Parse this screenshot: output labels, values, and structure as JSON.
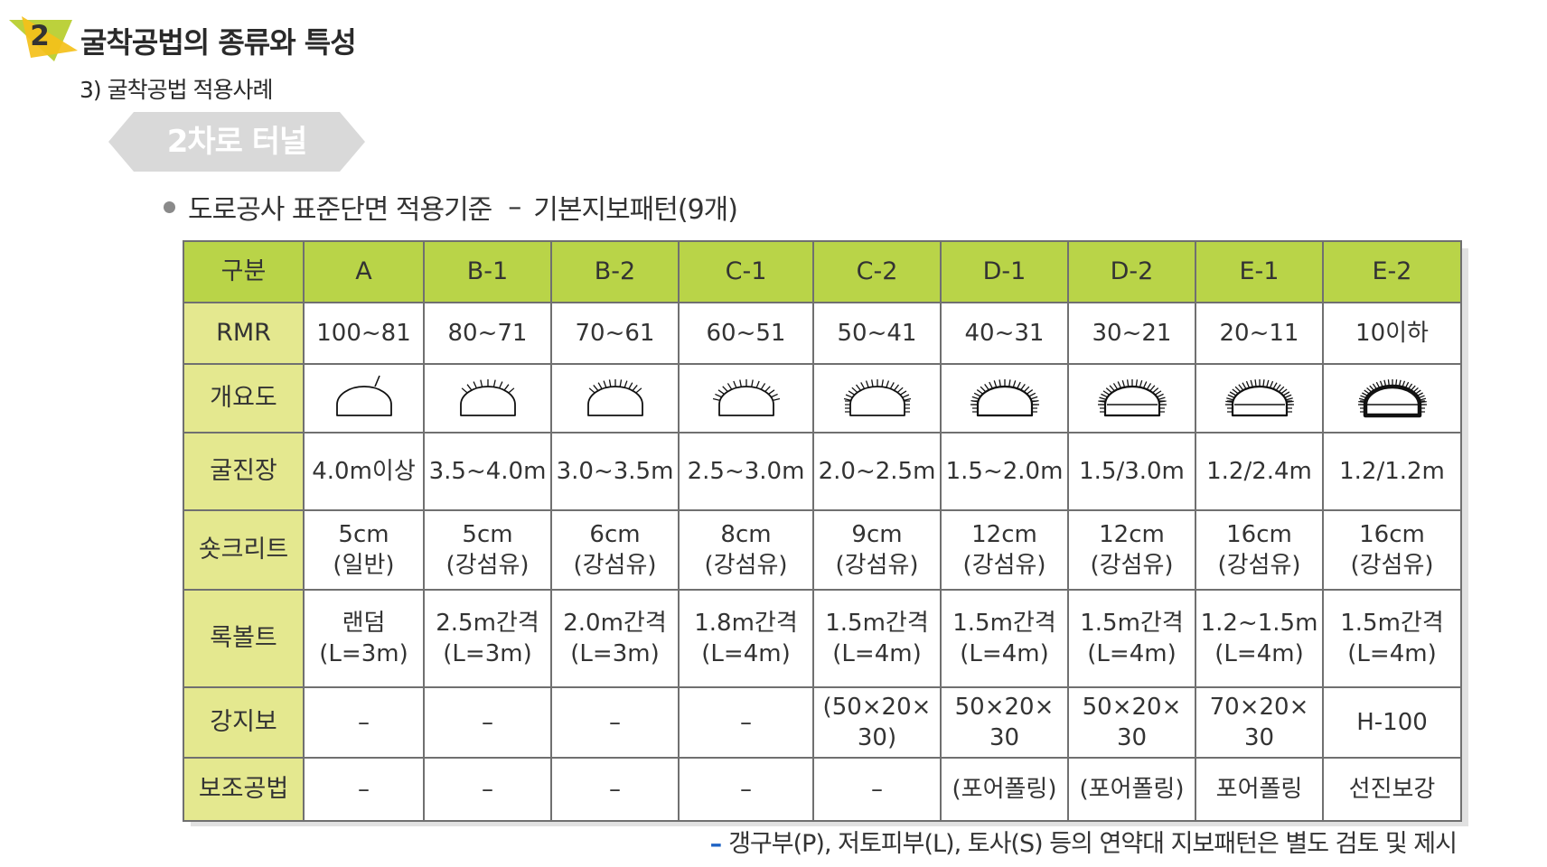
{
  "header": {
    "badge_number": "2",
    "section_title": "굴착공법의 종류와 특성",
    "subsection_title": "3) 굴착공법 적용사례",
    "tag_label": "2차로 터널",
    "bullet_text": "도로공사 표준단면 적용기준",
    "bullet_separator": "–",
    "bullet_suffix": "기본지보패턴(9개)"
  },
  "colors": {
    "header_row": "#b9d448",
    "label_column": "#e4e88f",
    "tag_bg": "#d9d9d9",
    "badge_yellow": "#f4c01a",
    "footnote_dash": "#1f63c4"
  },
  "table": {
    "headers": [
      "구분",
      "A",
      "B-1",
      "B-2",
      "C-1",
      "C-2",
      "D-1",
      "D-2",
      "E-1",
      "E-2"
    ],
    "rows": [
      {
        "label": "RMR",
        "cells": [
          "100~81",
          "80~71",
          "70~61",
          "60~51",
          "50~41",
          "40~31",
          "30~21",
          "20~11",
          "10이하"
        ]
      },
      {
        "label": "개요도",
        "diagram_icon": "tunnel-section-icon"
      },
      {
        "label": "굴진장",
        "cells": [
          "4.0m이상",
          "3.5~4.0m",
          "3.0~3.5m",
          "2.5~3.0m",
          "2.0~2.5m",
          "1.5~2.0m",
          "1.5/3.0m",
          "1.2/2.4m",
          "1.2/1.2m"
        ]
      },
      {
        "label": "숏크리트",
        "cells_top": [
          "5cm",
          "5cm",
          "6cm",
          "8cm",
          "9cm",
          "12cm",
          "12cm",
          "16cm",
          "16cm"
        ],
        "cells_bottom": [
          "(일반)",
          "(강섬유)",
          "(강섬유)",
          "(강섬유)",
          "(강섬유)",
          "(강섬유)",
          "(강섬유)",
          "(강섬유)",
          "(강섬유)"
        ]
      },
      {
        "label": "록볼트",
        "cells_top": [
          "랜덤",
          "2.5m간격",
          "2.0m간격",
          "1.8m간격",
          "1.5m간격",
          "1.5m간격",
          "1.5m간격",
          "1.2~1.5m",
          "1.5m간격"
        ],
        "cells_bottom": [
          "(L=3m)",
          "(L=3m)",
          "(L=3m)",
          "(L=4m)",
          "(L=4m)",
          "(L=4m)",
          "(L=4m)",
          "(L=4m)",
          "(L=4m)"
        ]
      },
      {
        "label": "강지보",
        "cells_top": [
          "–",
          "–",
          "–",
          "–",
          "(50×20×",
          "50×20×",
          "50×20×",
          "70×20×",
          "H-100"
        ],
        "cells_bottom": [
          "",
          "",
          "",
          "",
          "30)",
          "30",
          "30",
          "30",
          ""
        ]
      },
      {
        "label": "보조공법",
        "cells": [
          "–",
          "–",
          "–",
          "–",
          "–",
          "(포어폴링)",
          "(포어폴링)",
          "포어폴링",
          "선진보강"
        ]
      }
    ]
  },
  "footnote": {
    "dash": "–",
    "text": "갱구부(P), 저토피부(L), 토사(S) 등의 연약대 지보패턴은 별도 검토 및 제시"
  }
}
